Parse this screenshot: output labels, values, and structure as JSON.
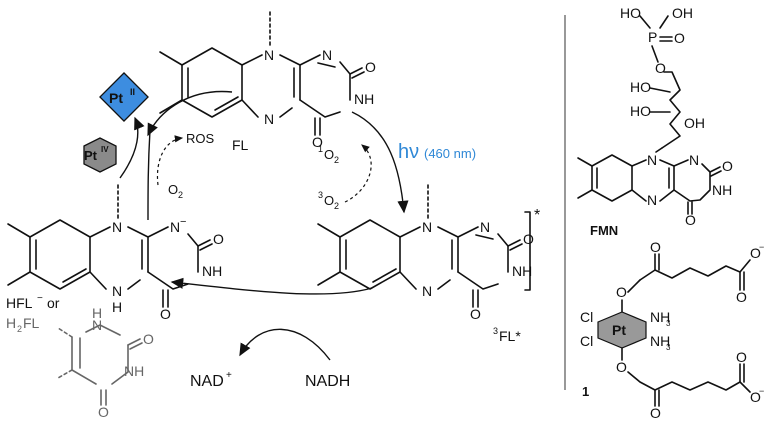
{
  "labels": {
    "fl": "FL",
    "ros": "ROS",
    "o2_singlet_sup": "1",
    "o2": "O",
    "o2_sub": "2",
    "o2_triplet_sup": "3",
    "hv": "hν",
    "wavelength": "(460 nm)",
    "fl_triplet": "FL*",
    "fl_triplet_sup": "3",
    "hfl_minus": "HFL",
    "hfl_or": "or",
    "h2fl": "H",
    "h2fl_sub": "2",
    "h2fl_rest": "FL",
    "nad_plus": "NAD",
    "nadh": "NADH",
    "fmn": "FMN",
    "compound_1": "1",
    "pt_ii": "Pt",
    "pt_ii_sup": "II",
    "pt_iv": "Pt",
    "pt_iv_sup": "IV",
    "star": "*"
  },
  "atoms": {
    "N": "N",
    "NH": "NH",
    "O": "O",
    "H": "H",
    "N_minus": "N",
    "O_minus": "O",
    "OH": "OH",
    "HO": "HO",
    "P": "P",
    "Cl": "Cl",
    "NH3": "NH",
    "Pt": "Pt"
  },
  "colors": {
    "pt_ii_fill": "#3d8de0",
    "pt_iv_fill": "#8a8a8a",
    "hv_text": "#2f88d6",
    "divider": "#555555"
  }
}
